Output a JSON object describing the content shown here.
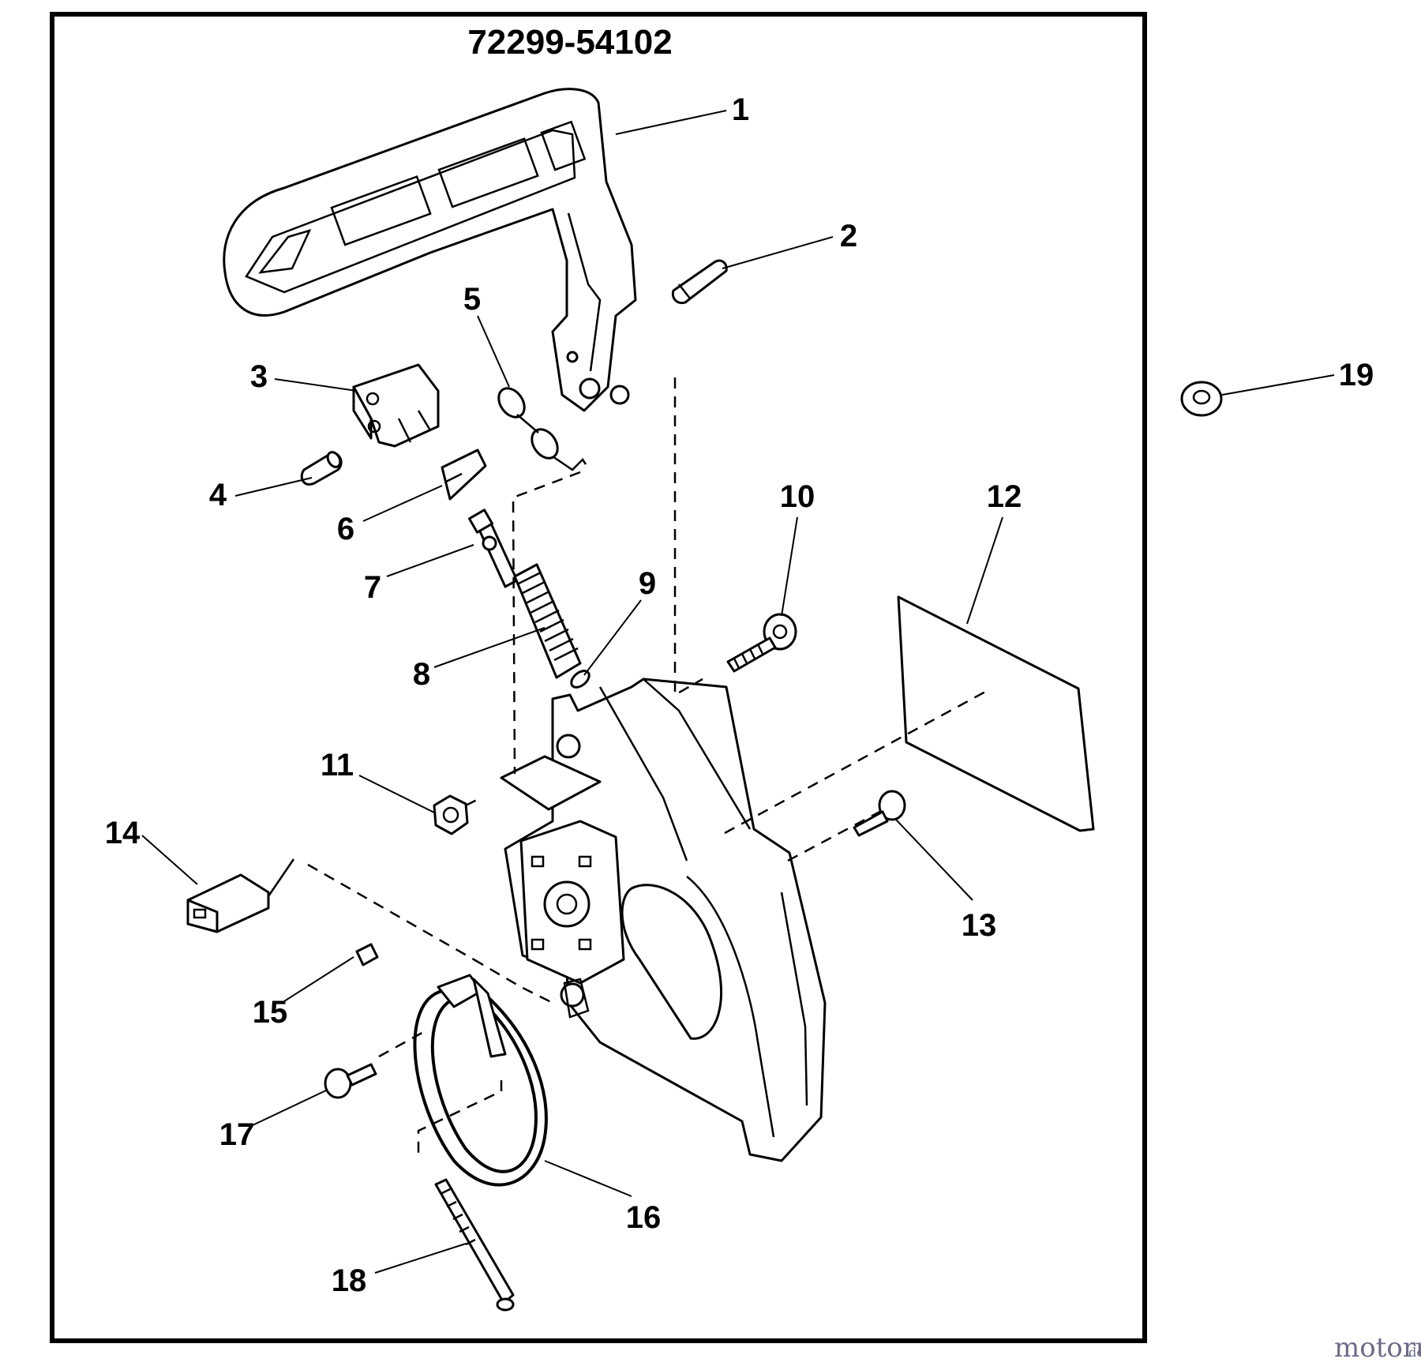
{
  "diagram": {
    "part_number": "72299-54102",
    "callouts": [
      "1",
      "2",
      "3",
      "4",
      "5",
      "6",
      "7",
      "8",
      "9",
      "10",
      "11",
      "12",
      "13",
      "14",
      "15",
      "16",
      "17",
      "18",
      "19"
    ]
  },
  "watermark": {
    "brand": "motoruf",
    "suffix": ".de",
    "color": "#6b6b8a"
  }
}
